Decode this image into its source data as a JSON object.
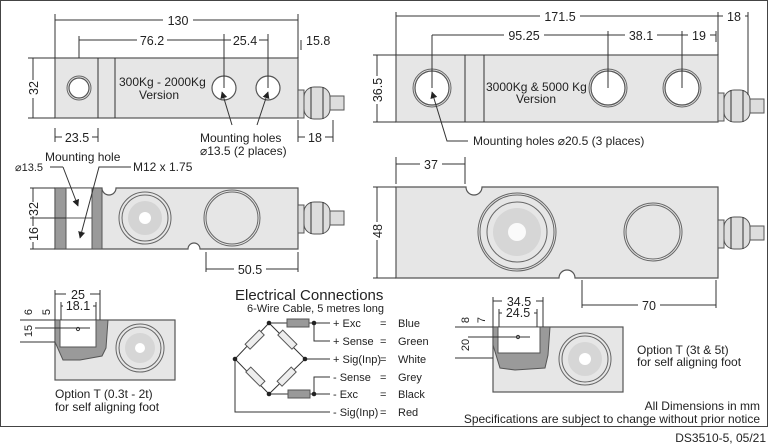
{
  "drawing": {
    "small_version": {
      "label_line1": "300Kg - 2000Kg",
      "label_line2": "Version",
      "dims": {
        "overall_length": "130",
        "hole_span": "76.2",
        "hole_pitch": "25.4",
        "cable_offset": "15.8",
        "height": "32",
        "end_to_slot": "23.5",
        "gland_length": "18"
      },
      "mounting_note_line1": "Mounting holes",
      "mounting_note_line2": "⌀13.5 (2 places)"
    },
    "large_version": {
      "label_line1": "3000Kg & 5000 Kg",
      "label_line2": "Version",
      "dims": {
        "overall_length": "171.5",
        "hole_span": "95.25",
        "hole_pitch": "38.1",
        "end_to_hole": "19",
        "gland_length": "18",
        "height": "36.5"
      },
      "mounting_note": "Mounting holes ⌀20.5 (3 places)"
    },
    "small_side_view": {
      "mounting_hole_label": "Mounting hole",
      "hole_dia": "⌀13.5",
      "thread": "M12 x 1.75",
      "dims": {
        "height": "32",
        "half_height": "16",
        "load_point": "50.5"
      }
    },
    "large_side_view": {
      "dims": {
        "notch_offset": "37",
        "height": "48",
        "load_point": "70"
      }
    },
    "option_small": {
      "dims": {
        "outer": "25",
        "inner": "18.1",
        "d6": "6",
        "d5": "5",
        "d15": "15"
      },
      "caption_line1": "Option T  (0.3t - 2t)",
      "caption_line2": "for self aligning foot"
    },
    "option_large": {
      "dims": {
        "outer": "34.5",
        "inner": "24.5",
        "d8": "8",
        "d7": "7",
        "d20": "20"
      },
      "caption_line1": "Option T (3t & 5t)",
      "caption_line2": "for self aligning foot"
    }
  },
  "electrical": {
    "title": "Electrical Connections",
    "subtitle": "6-Wire Cable, 5 metres long",
    "wires": [
      {
        "signal": "+ Exc",
        "eq": "=",
        "color": "Blue"
      },
      {
        "signal": "+ Sense",
        "eq": "=",
        "color": "Green"
      },
      {
        "signal": "+ Sig(Inp)",
        "eq": "=",
        "color": "White"
      },
      {
        "signal": "- Sense",
        "eq": "=",
        "color": "Grey"
      },
      {
        "signal": "- Exc",
        "eq": "=",
        "color": "Black"
      },
      {
        "signal": "- Sig(Inp)",
        "eq": "=",
        "color": "Red"
      }
    ]
  },
  "footer": {
    "units_note": "All Dimensions in mm",
    "disclaimer": "Specifications are subject to change without prior notice",
    "doc_id": "DS3510-5, 05/21"
  }
}
